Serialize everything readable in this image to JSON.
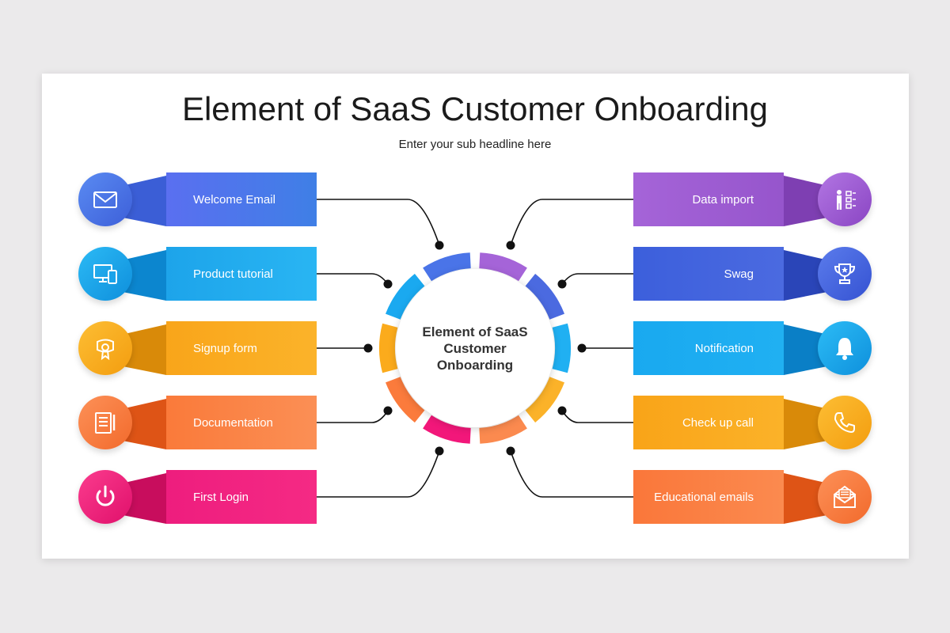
{
  "header": {
    "title": "Element of SaaS Customer Onboarding",
    "subtitle": "Enter your sub headline here"
  },
  "center": {
    "label": "Element of SaaS Customer Onboarding"
  },
  "left_items": [
    {
      "label": "Welcome  Email",
      "icon": "envelope-icon",
      "color": "#4a74e8"
    },
    {
      "label": "Product tutorial",
      "icon": "devices-icon",
      "color": "#1aa9f0"
    },
    {
      "label": "Signup form",
      "icon": "certificate-icon",
      "color": "#fbab1c"
    },
    {
      "label": "Documentation",
      "icon": "document-icon",
      "color": "#fb7b3c"
    },
    {
      "label": "First Login",
      "icon": "power-icon",
      "color": "#f2177a"
    }
  ],
  "right_items": [
    {
      "label": "Data import",
      "icon": "presenter-checklist-icon",
      "color": "#a05ad2"
    },
    {
      "label": "Swag",
      "icon": "trophy-icon",
      "color": "#3f63dd"
    },
    {
      "label": "Notification",
      "icon": "bell-icon",
      "color": "#16a6ee"
    },
    {
      "label": "Check up call",
      "icon": "phone-icon",
      "color": "#fbad1a"
    },
    {
      "label": "Educational emails",
      "icon": "mail-open-icon",
      "color": "#fa6f3c"
    }
  ]
}
